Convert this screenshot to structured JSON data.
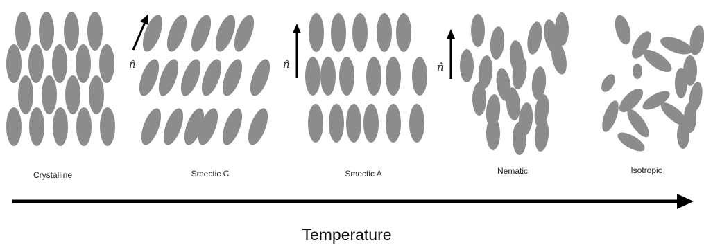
{
  "phases": [
    {
      "label": "Crystalline",
      "has_director": false
    },
    {
      "label": "Smectic C",
      "has_director": true
    },
    {
      "label": "Smectic A",
      "has_director": true
    },
    {
      "label": "Nematic",
      "has_director": true
    },
    {
      "label": "Isotropic",
      "has_director": false
    }
  ],
  "director_symbol": "n̂",
  "axis": {
    "label": "Temperature"
  },
  "colors": {
    "molecule": "#8c8c8c",
    "arrow": "#000000",
    "text": "#222222"
  }
}
